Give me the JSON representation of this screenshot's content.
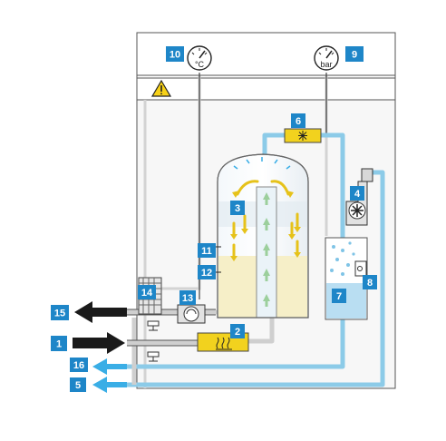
{
  "gauges": {
    "temperature_unit": "°C",
    "pressure_unit": "bar"
  },
  "callouts": [
    {
      "id": "10",
      "text": "10"
    },
    {
      "id": "9",
      "text": "9"
    },
    {
      "id": "6",
      "text": "6"
    },
    {
      "id": "4",
      "text": "4"
    },
    {
      "id": "3",
      "text": "3"
    },
    {
      "id": "11",
      "text": "11"
    },
    {
      "id": "12",
      "text": "12"
    },
    {
      "id": "14",
      "text": "14"
    },
    {
      "id": "13",
      "text": "13"
    },
    {
      "id": "15",
      "text": "15"
    },
    {
      "id": "2",
      "text": "2"
    },
    {
      "id": "7",
      "text": "7"
    },
    {
      "id": "8",
      "text": "8"
    },
    {
      "id": "1",
      "text": "1"
    },
    {
      "id": "16",
      "text": "16"
    },
    {
      "id": "5",
      "text": "5"
    }
  ],
  "colors": {
    "callout_blue": "#1e86c8",
    "pipe_blue": "#8ccbe8",
    "pipe_grey": "#d0d0d0",
    "component_yellow": "#f2d21e",
    "liquid_cream": "#f6efc8",
    "tank_fill": "#e6f0f6",
    "water_blue": "#b9def2",
    "arrow_black": "#1a1a1a",
    "arrow_blue": "#3aaee6"
  }
}
